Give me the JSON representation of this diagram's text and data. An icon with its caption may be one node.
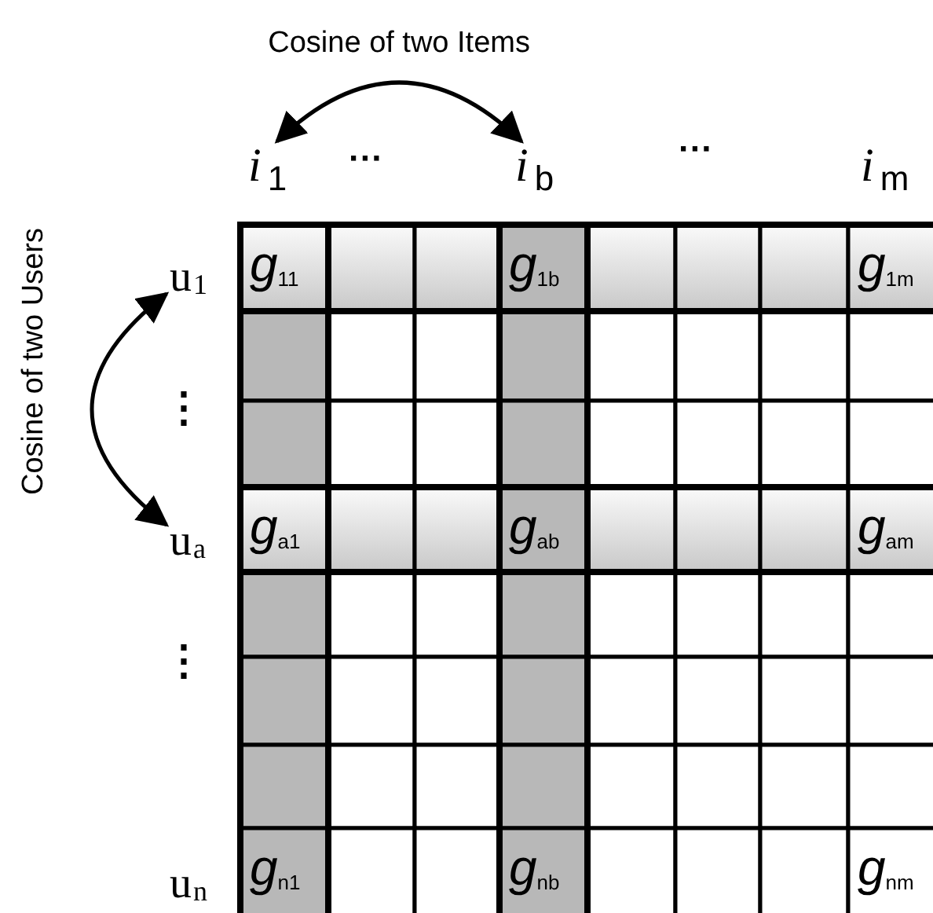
{
  "diagram": {
    "nodes": [
      {
        "text": [
          "*i*$_{1}$"
        ]
      },
      {
        "text": [
          "*i*$_{b}$"
        ]
      },
      {
        "text": [
          "*i*$_{m}$"
        ]
      },
      {
        "text": [
          "u$_{1}$"
        ]
      },
      {
        "text": [
          "*g*$_{11}$"
        ]
      },
      {
        "text": [
          "*g*$_{1b}$"
        ]
      },
      {
        "text": [
          "*g*$_{1m}$"
        ]
      },
      {
        "text": [
          "u$_{a}$"
        ]
      },
      {
        "text": [
          "*g*$_{a1}$"
        ]
      },
      {
        "text": [
          "*g*$_{ab}$"
        ]
      },
      {
        "text": [
          "*g*$_{am}$"
        ]
      },
      {
        "text": [
          "u$_{n}$"
        ]
      },
      {
        "text": [
          "*g*$_{n1}$"
        ]
      },
      {
        "text": [
          "*g*$_{nb}$"
        ]
      },
      {
        "text": [
          "*g*$_{nm}$"
        ]
      }
    ],
    "edges": [
      {
        "from": 0,
        "to": 1,
        "arrow": "both",
        "label": "Cosine of two Items"
      },
      {
        "from": 3,
        "to": 7,
        "arrow": "both",
        "label": "Cosine of two Users"
      }
    ],
    "labels": [
      "···",
      "···",
      "⋮",
      "⋮"
    ]
  }
}
